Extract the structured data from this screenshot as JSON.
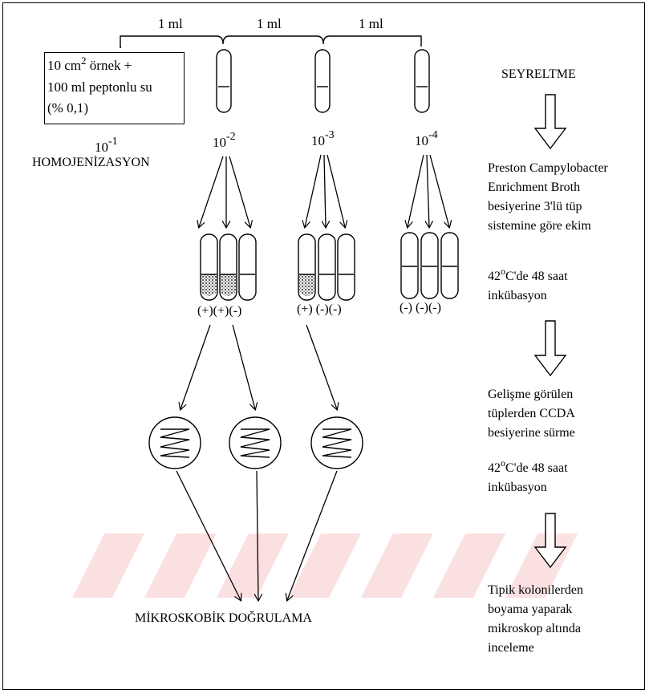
{
  "transfer_labels": [
    "1 ml",
    "1 ml",
    "1 ml"
  ],
  "sample_box": {
    "line1_a": "10 cm",
    "line1_sup": "2",
    "line1_b": " örnek +",
    "line2": "100 ml peptonlu su",
    "line3": "(% 0,1)"
  },
  "dilutions": {
    "d1_base": "10",
    "d1_exp": "-1",
    "d2_base": "10",
    "d2_exp": "-2",
    "d3_base": "10",
    "d3_exp": "-3",
    "d4_base": "10",
    "d4_exp": "-4"
  },
  "homogenization_label": "HOMOJENİZASYON",
  "results": {
    "set1": "(+)(+)(-)",
    "set2": "(+) (-)(-)",
    "set3": "(-) (-)(-)"
  },
  "final_label": "MİKROSKOBİK DOĞRULAMA",
  "steps": {
    "title": "SEYRELTME",
    "step1": [
      "Preston Campylobacter",
      "Enrichment Broth",
      "besiyerine 3'lü tüp",
      "sistemine göre ekim"
    ],
    "incubation1_a": "42",
    "incubation1_deg": "o",
    "incubation1_b": "C'de 48 saat",
    "incubation1_c": "inkübasyon",
    "step2": [
      "Gelişme görülen",
      "tüplerden CCDA",
      "besiyerine sürme"
    ],
    "incubation2_a": "42",
    "incubation2_deg": "o",
    "incubation2_b": "C'de 48 saat",
    "incubation2_c": "inkübasyon",
    "step3": [
      "Tipik kolonilerden",
      "boyama yaparak",
      "mikroskop altında",
      "inceleme"
    ]
  },
  "colors": {
    "line": "#000000",
    "watermark": "#e8434a",
    "growth": "#333333"
  }
}
